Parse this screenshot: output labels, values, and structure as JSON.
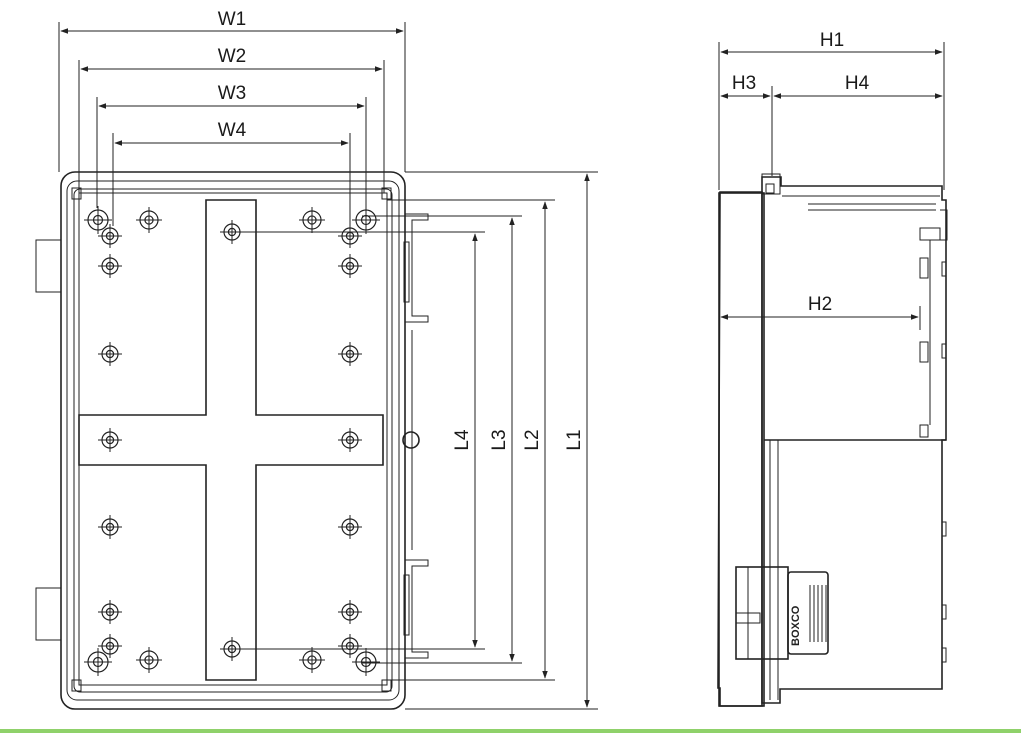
{
  "front_view": {
    "dimensions": {
      "w1": "W1",
      "w2": "W2",
      "w3": "W3",
      "w4": "W4",
      "l1": "L1",
      "l2": "L2",
      "l3": "L3",
      "l4": "L4"
    }
  },
  "side_view": {
    "dimensions": {
      "h1": "H1",
      "h2": "H2",
      "h3": "H3",
      "h4": "H4"
    },
    "latch_logo": "BOXCO"
  },
  "colors": {
    "line": "#222222",
    "background": "#ffffff",
    "bottom_rule": "#8fd16a"
  }
}
